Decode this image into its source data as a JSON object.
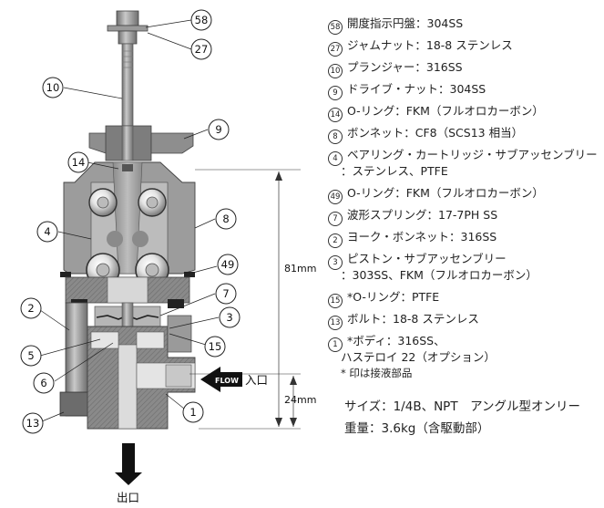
{
  "callouts": [
    {
      "id": "58",
      "label": "58"
    },
    {
      "id": "27",
      "label": "27"
    },
    {
      "id": "10",
      "label": "10"
    },
    {
      "id": "9",
      "label": "9"
    },
    {
      "id": "14",
      "label": "14"
    },
    {
      "id": "4",
      "label": "4"
    },
    {
      "id": "8",
      "label": "8"
    },
    {
      "id": "49",
      "label": "49"
    },
    {
      "id": "7",
      "label": "7"
    },
    {
      "id": "2",
      "label": "2"
    },
    {
      "id": "3",
      "label": "3"
    },
    {
      "id": "15",
      "label": "15"
    },
    {
      "id": "5",
      "label": "5"
    },
    {
      "id": "6",
      "label": "6"
    },
    {
      "id": "1",
      "label": "1"
    },
    {
      "id": "13",
      "label": "13"
    }
  ],
  "dimensions": {
    "height_total": "81mm",
    "height_lower": "24mm"
  },
  "flow": {
    "badge": "FLOW",
    "inlet": "入口",
    "outlet": "出口"
  },
  "parts": [
    {
      "num": "58",
      "text": "開度指示円盤：304SS"
    },
    {
      "num": "27",
      "text": "ジャムナット：18-8 ステンレス"
    },
    {
      "num": "10",
      "text": "プランジャー：316SS"
    },
    {
      "num": "9",
      "text": "ドライブ・ナット：304SS"
    },
    {
      "num": "14",
      "text": "O-リング：FKM（フルオロカーボン）"
    },
    {
      "num": "8",
      "text": "ボンネット：CF8（SCS13 相当）"
    },
    {
      "num": "4",
      "text": "ベアリング・カートリッジ・サブアッセンブリー",
      "sub": "：ステンレス、PTFE"
    },
    {
      "num": "49",
      "text": "O-リング：FKM（フルオロカーボン）"
    },
    {
      "num": "7",
      "text": "波形スプリング：17-7PH SS"
    },
    {
      "num": "2",
      "text": "ヨーク・ボンネット：316SS"
    },
    {
      "num": "3",
      "text": "ピストン・サブアッセンブリー",
      "sub": "：303SS、FKM（フルオロカーボン）"
    },
    {
      "num": "15",
      "text": "*O-リング：PTFE"
    },
    {
      "num": "13",
      "text": "ボルト：18-8 ステンレス"
    },
    {
      "num": "1",
      "text": "*ボディ：316SS、",
      "sub": "ハステロイ 22（オプション）"
    }
  ],
  "note": "* 印は接液部品",
  "specs": {
    "size": "サイズ：1/4B、NPT　アングル型オンリー",
    "weight": "重量：3.6kg（含駆動部）"
  }
}
